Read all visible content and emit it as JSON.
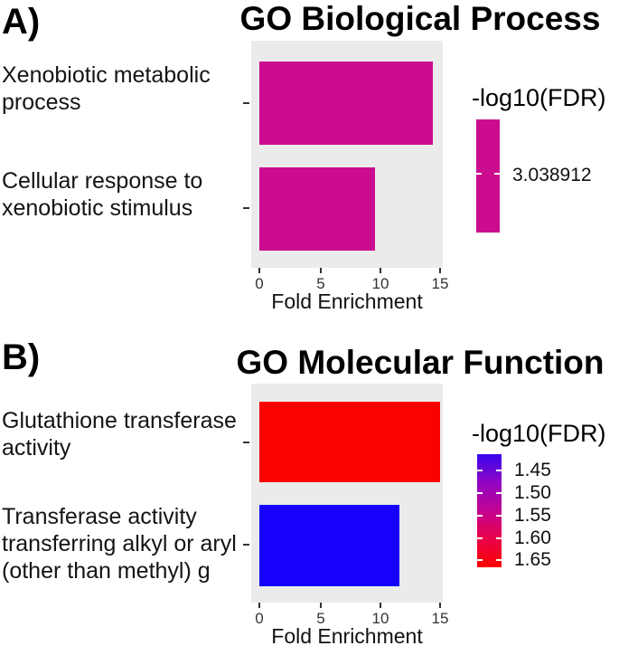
{
  "figure": {
    "background": "#ffffff",
    "panel_background": "#EBEBEB"
  },
  "panels": [
    {
      "panel_label": "A)",
      "title": "GO Biological Process",
      "axis": {
        "label": "Fold Enrichment",
        "max": 15,
        "ticks": [
          "0",
          "5",
          "10",
          "15"
        ]
      },
      "bars": [
        {
          "label_lines": [
            "Xenobiotic metabolic",
            "process"
          ],
          "full_label": "Xenobiotic metabolic process",
          "value": 14.4,
          "color": "#CB0C8F",
          "fdr_neglog10": 3.038912
        },
        {
          "label_lines": [
            "Cellular response to",
            "xenobiotic stimulus"
          ],
          "full_label": "Cellular response to xenobiotic stimulus",
          "value": 9.6,
          "color": "#CB0C8F",
          "fdr_neglog10": 3.038912
        }
      ],
      "legend": {
        "title": "-log10(FDR)",
        "type": "single",
        "swatch_color": "#CB0C8F",
        "value_label": "3.038912"
      }
    },
    {
      "panel_label": "B)",
      "title": "GO Molecular Function",
      "axis": {
        "label": "Fold Enrichment",
        "max": 15,
        "ticks": [
          "0",
          "5",
          "10",
          "15"
        ]
      },
      "bars": [
        {
          "label_lines": [
            "Glutathione transferase",
            "activity"
          ],
          "full_label": "Glutathione transferase activity",
          "value": 15,
          "color": "#FA0200",
          "fdr_neglog10": 1.65
        },
        {
          "label_lines": [
            "Transferase activity",
            "transferring alkyl or aryl",
            "(other than methyl) g"
          ],
          "full_label": "Transferase activity transferring alkyl or aryl (other than methyl) g",
          "value": 11.6,
          "color": "#1602FA",
          "fdr_neglog10": 1.45
        }
      ],
      "legend": {
        "title": "-log10(FDR)",
        "type": "gradient",
        "gradient_stops": [
          "#3A06EF",
          "#9005C3",
          "#C30492",
          "#E90248",
          "#FB0200"
        ],
        "ticks": [
          "1.45",
          "1.50",
          "1.55",
          "1.60",
          "1.65"
        ]
      }
    }
  ],
  "chart_data": [
    {
      "type": "bar",
      "orientation": "horizontal",
      "title": "GO Biological Process",
      "categories": [
        "Xenobiotic metabolic process",
        "Cellular response to xenobiotic stimulus"
      ],
      "values": [
        14.4,
        9.6
      ],
      "color_metric": "-log10(FDR)",
      "color_values": [
        3.038912,
        3.038912
      ],
      "bar_colors": [
        "#CB0C8F",
        "#CB0C8F"
      ],
      "xlabel": "Fold Enrichment",
      "ylabel": "",
      "xlim": [
        0,
        15
      ],
      "xticks": [
        0,
        5,
        10,
        15
      ],
      "grid": false,
      "legend": {
        "title": "-log10(FDR)",
        "position": "right",
        "type": "colorbar-single-value",
        "value": 3.038912
      }
    },
    {
      "type": "bar",
      "orientation": "horizontal",
      "title": "GO Molecular Function",
      "categories": [
        "Glutathione transferase activity",
        "Transferase activity transferring alkyl or aryl (other than methyl) g"
      ],
      "values": [
        15,
        11.6
      ],
      "color_metric": "-log10(FDR)",
      "color_values": [
        1.65,
        1.45
      ],
      "bar_colors": [
        "#FA0200",
        "#1602FA"
      ],
      "xlabel": "Fold Enrichment",
      "ylabel": "",
      "xlim": [
        0,
        15
      ],
      "xticks": [
        0,
        5,
        10,
        15
      ],
      "grid": false,
      "legend": {
        "title": "-log10(FDR)",
        "position": "right",
        "type": "colorbar-gradient",
        "ticks": [
          1.45,
          1.5,
          1.55,
          1.6,
          1.65
        ],
        "low_color": "#3A06EF",
        "high_color": "#FB0200"
      }
    }
  ]
}
